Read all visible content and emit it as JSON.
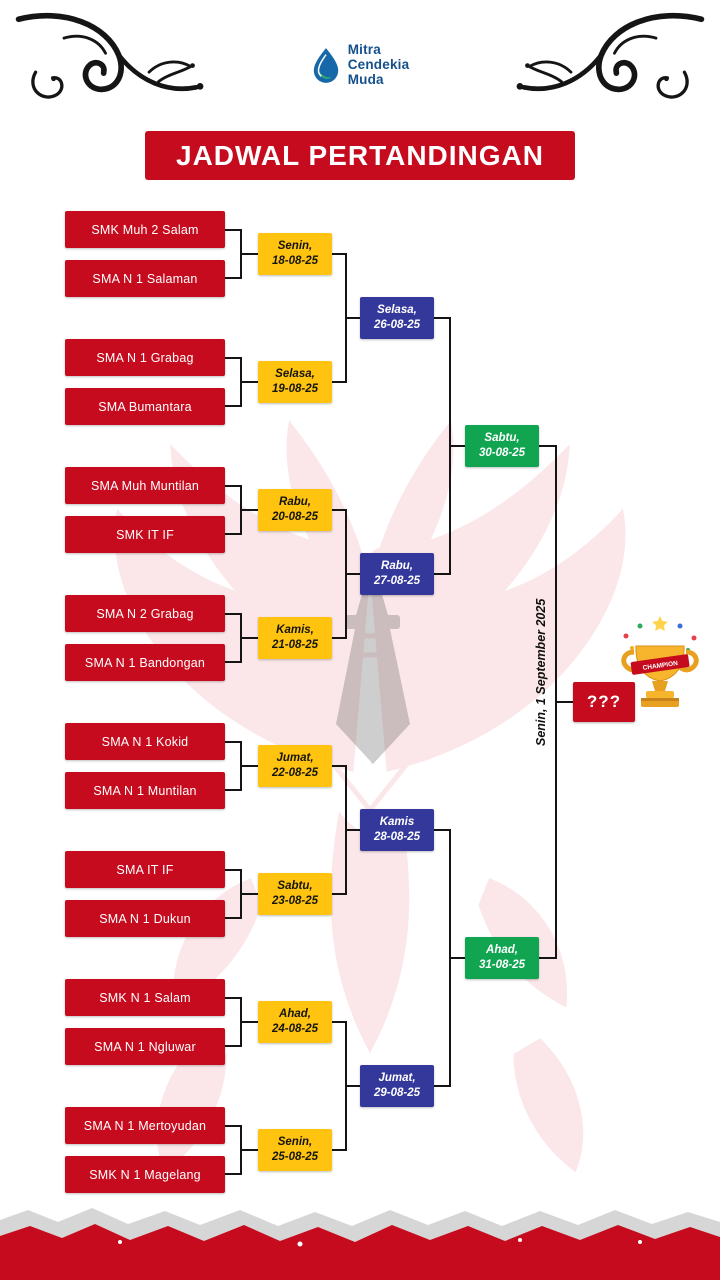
{
  "logo": {
    "line1": "Mitra",
    "line2": "Cendekia",
    "line3": "Muda"
  },
  "title": "JADWAL PERTANDINGAN",
  "teams": [
    "SMK Muh 2 Salam",
    "SMA N 1 Salaman",
    "SMA N 1 Grabag",
    "SMA Bumantara",
    "SMA Muh Muntilan",
    "SMK IT IF",
    "SMA N 2 Grabag",
    "SMA N 1 Bandongan",
    "SMA N 1 Kokid",
    "SMA N 1 Muntilan",
    "SMA IT IF",
    "SMA N 1 Dukun",
    "SMK N 1 Salam",
    "SMA N 1 Ngluwar",
    "SMA N 1 Mertoyudan",
    "SMK N 1 Magelang"
  ],
  "round1": [
    {
      "day": "Senin,",
      "date": "18-08-25"
    },
    {
      "day": "Selasa,",
      "date": "19-08-25"
    },
    {
      "day": "Rabu,",
      "date": "20-08-25"
    },
    {
      "day": "Kamis,",
      "date": "21-08-25"
    },
    {
      "day": "Jumat,",
      "date": "22-08-25"
    },
    {
      "day": "Sabtu,",
      "date": "23-08-25"
    },
    {
      "day": "Ahad,",
      "date": "24-08-25"
    },
    {
      "day": "Senin,",
      "date": "25-08-25"
    }
  ],
  "round2": [
    {
      "day": "Selasa,",
      "date": "26-08-25"
    },
    {
      "day": "Rabu,",
      "date": "27-08-25"
    },
    {
      "day": "Kamis",
      "date": "28-08-25"
    },
    {
      "day": "Jumat,",
      "date": "29-08-25"
    }
  ],
  "semifinals": [
    {
      "day": "Sabtu,",
      "date": "30-08-25"
    },
    {
      "day": "Ahad,",
      "date": "31-08-25"
    }
  ],
  "final": {
    "schedule": "Senin, 1 September 2025",
    "winner_placeholder": "???",
    "champion_ribbon": "CHAMPION"
  },
  "colors": {
    "red": "#c60b1e",
    "yellow": "#ffc310",
    "blue": "#34389b",
    "green": "#12a551"
  }
}
